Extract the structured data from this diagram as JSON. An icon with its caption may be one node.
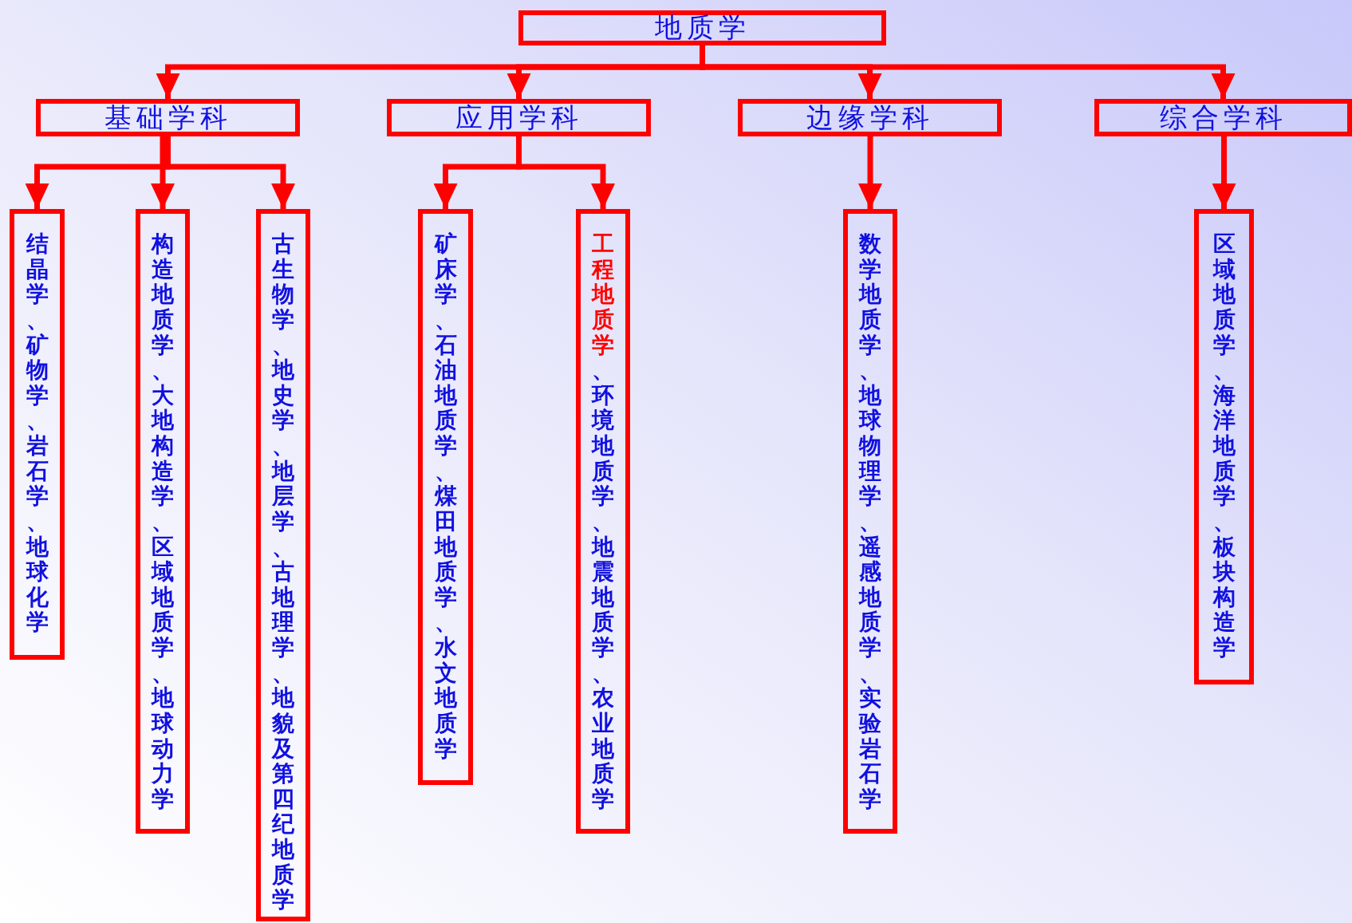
{
  "diagram": {
    "nodes": [
      {
        "text": [
          "地质学"
        ]
      },
      {
        "text": [
          "基础学科"
        ]
      },
      {
        "text": [
          "应用学科"
        ]
      },
      {
        "text": [
          "边缘学科"
        ]
      },
      {
        "text": [
          "综合学科"
        ]
      },
      {
        "text": [
          "结晶学、矿物学、岩石学、地球化学"
        ]
      },
      {
        "text": [
          "构造地质学、大地构造学、区域地质学、地球动力学"
        ]
      },
      {
        "text": [
          "古生物学、地史学、地层学、古地理学、地貌及第四纪地质学"
        ]
      },
      {
        "text": [
          "矿床学、石油地质学、煤田地质学、水文地质学"
        ]
      },
      {
        "text": [
          "工程地质学",
          "、环境地质学、地震地质学、农业地质学"
        ]
      },
      {
        "text": [
          "数学地质学、地球物理学、遥感地质学、实验岩石学"
        ]
      },
      {
        "text": [
          "区域地质学、海洋地质学、板块构造学"
        ]
      }
    ],
    "edges": [
      {
        "from": 0,
        "to": 1,
        "arrow": "to"
      },
      {
        "from": 0,
        "to": 2,
        "arrow": "to"
      },
      {
        "from": 0,
        "to": 3,
        "arrow": "to"
      },
      {
        "from": 0,
        "to": 4,
        "arrow": "to"
      },
      {
        "from": 1,
        "to": 5,
        "arrow": "to"
      },
      {
        "from": 1,
        "to": 6,
        "arrow": "to"
      },
      {
        "from": 1,
        "to": 7,
        "arrow": "to"
      },
      {
        "from": 2,
        "to": 8,
        "arrow": "to"
      },
      {
        "from": 2,
        "to": 9,
        "arrow": "to"
      },
      {
        "from": 3,
        "to": 10,
        "arrow": "to"
      },
      {
        "from": 4,
        "to": 11,
        "arrow": "to"
      }
    ]
  }
}
